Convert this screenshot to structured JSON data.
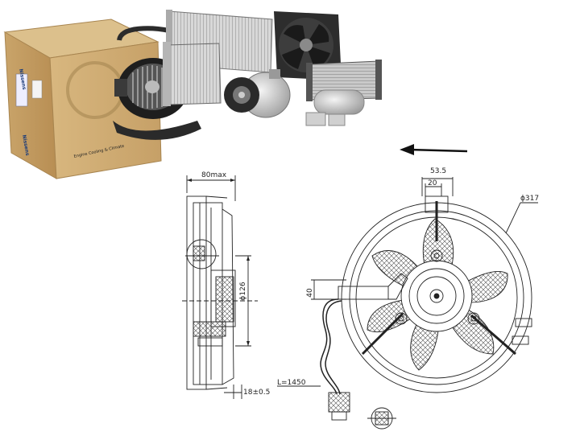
{
  "product_box": {
    "brand_label": "Nissens",
    "side_text": "Engine Cooling & Climate"
  },
  "dimensions": {
    "width_top": "53.5",
    "offset_top": "20",
    "diameter": "ϕ317",
    "depth_max": "80max",
    "hub_diameter": "ϕ126",
    "offset_left": "40",
    "cable_length": "L=1450",
    "bracket_thickness": "18±0.5"
  },
  "rotation_direction": "counter-clockwise"
}
